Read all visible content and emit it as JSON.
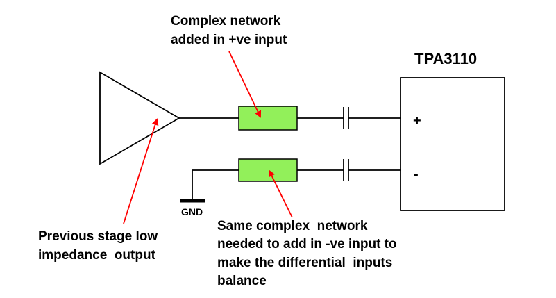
{
  "chip": {
    "name": "TPA3110",
    "plus_label": "+",
    "minus_label": "-"
  },
  "ground_label": "GND",
  "annotations": {
    "top": [
      "Complex network",
      "added in +ve input"
    ],
    "left": [
      "Previous stage low",
      "impedance  output"
    ],
    "bottom": [
      "Same complex  network",
      "needed to add in -ve input to",
      "make the differential  inputs",
      "balance"
    ]
  },
  "colors": {
    "network_fill": "#92f05a",
    "arrow": "#ff0000",
    "wire": "#000000"
  }
}
